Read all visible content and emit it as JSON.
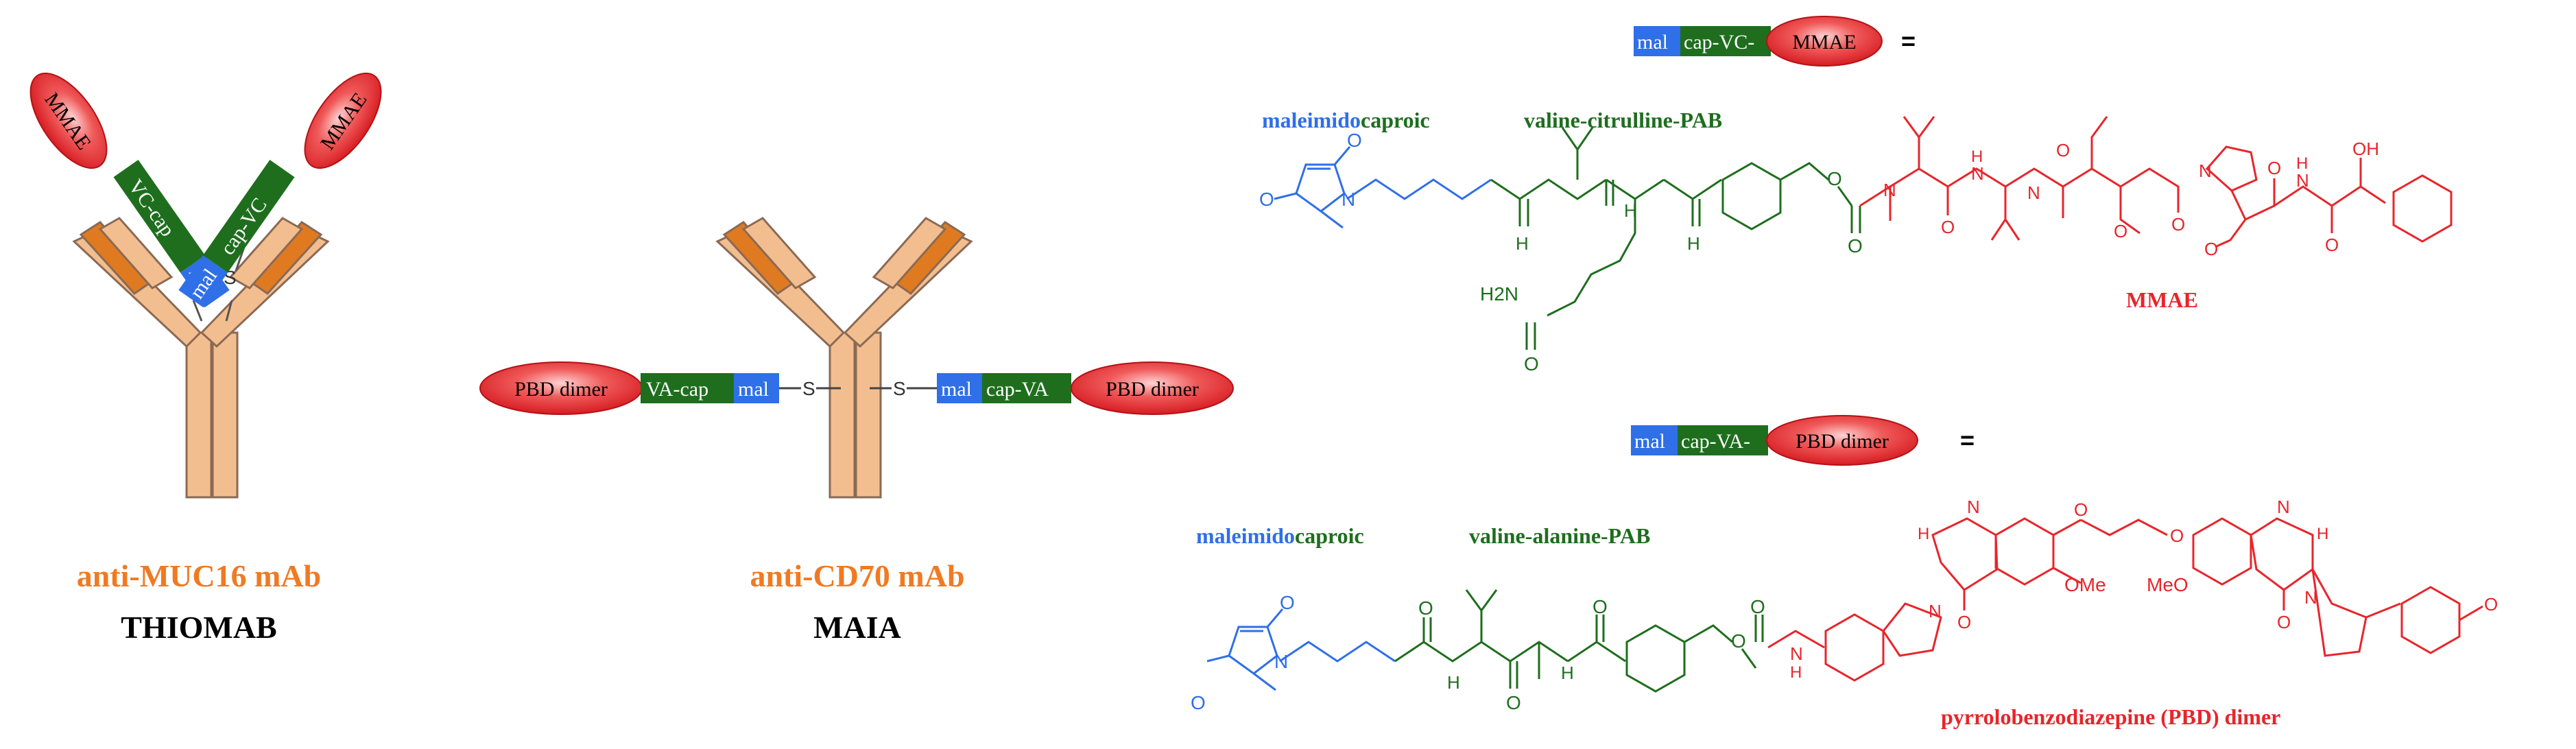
{
  "colors": {
    "orange": "#F07A22",
    "orange_dark": "#D96A1A",
    "tan": "#F3BE8F",
    "tan_stroke": "#8A6A55",
    "green": "#1E6E1E",
    "blue": "#2F6FE8",
    "red": "#E8252B",
    "black": "#000000"
  },
  "left": {
    "thiomab": {
      "mmae": "MMAE",
      "linker_left": "VC-cap",
      "linker_right": "cap-VC",
      "mal": "mal",
      "s": "S",
      "label_top": "anti-MUC16 mAb",
      "label_bottom": "THIOMAB"
    },
    "maia": {
      "pbd": "PBD dimer",
      "linker_left": "VA-cap",
      "linker_right": "cap-VA",
      "mal": "mal",
      "s": "S",
      "label_top": "anti-CD70 mAb",
      "label_bottom": "MAIA"
    }
  },
  "right": {
    "top": {
      "header_mal": "mal",
      "header_linker": "cap-VC-",
      "header_payload": "MMAE",
      "equals": "=",
      "label_mal": "maleimido",
      "label_caproic": "caproic",
      "label_peptide": "valine-citrulline-PAB",
      "label_payload": "MMAE",
      "atoms": {
        "N": "N",
        "O": "O",
        "H": "H",
        "OH": "OH",
        "H2N": "H2N"
      }
    },
    "bottom": {
      "header_mal": "mal",
      "header_linker": "cap-VA-",
      "header_payload": "PBD dimer",
      "equals": "=",
      "label_mal": "maleimido",
      "label_caproic": "caproic",
      "label_peptide": "valine-alanine-PAB",
      "label_payload": "pyrrolobenzodiazepine (PBD) dimer",
      "atoms": {
        "N": "N",
        "O": "O",
        "H": "H",
        "OMe": "OMe",
        "MeO": "MeO"
      }
    }
  }
}
